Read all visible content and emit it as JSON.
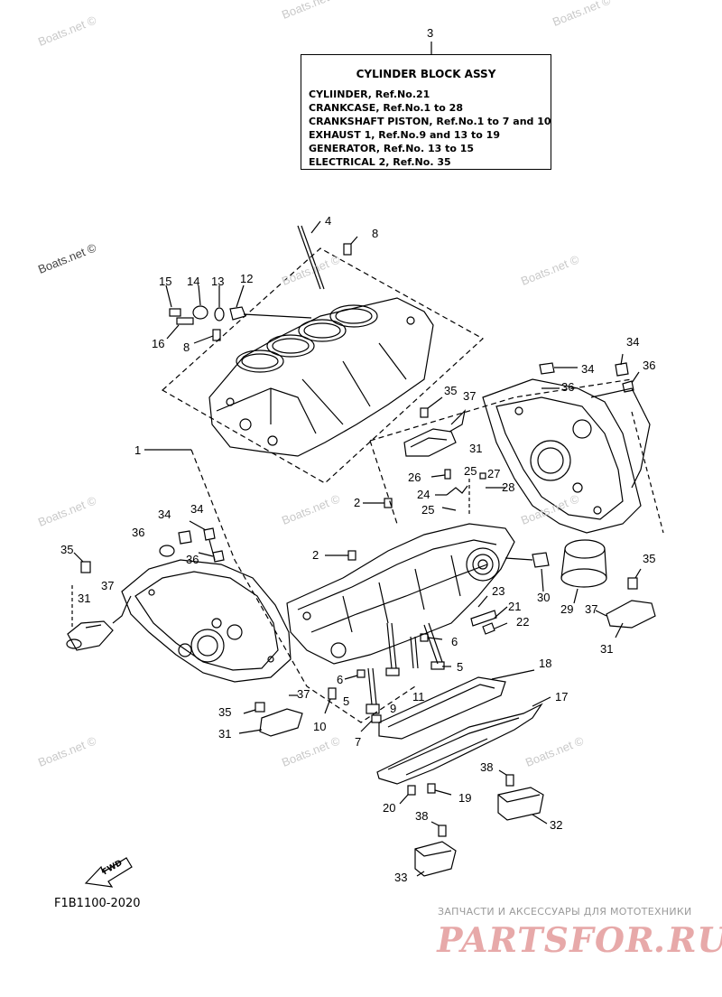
{
  "assembly_box": {
    "callout": "3",
    "title": "CYLINDER BLOCK ASSY",
    "lines": [
      "CYLIINDER, Ref.No.21",
      "CRANKCASE, Ref.No.1 to 28",
      "CRANKSHAFT PISTON, Ref.No.1 to 7 and 10",
      "EXHAUST 1, Ref.No.9 and 13 to 19",
      "GENERATOR, Ref.No. 13 to 15",
      "ELECTRICAL 2, Ref.No. 35"
    ]
  },
  "callouts": {
    "c4": "4",
    "c8a": "8",
    "c15": "15",
    "c14": "14",
    "c13": "13",
    "c12": "12",
    "c16": "16",
    "c8b": "8",
    "c34a": "34",
    "c34b": "34",
    "c36a": "36",
    "c36b": "36",
    "c35a": "35",
    "c37a": "37",
    "c31a": "31",
    "c1": "1",
    "c26": "26",
    "c25a": "25",
    "c27": "27",
    "c24": "24",
    "c28": "28",
    "c25b": "25",
    "c2a": "2",
    "c34c": "34",
    "c36c": "36",
    "c34d": "34",
    "c35b": "35",
    "c2b": "2",
    "c36d": "36",
    "c37b": "37",
    "c31b": "31",
    "c30": "30",
    "c29": "29",
    "c35c": "35",
    "c37c": "37",
    "c31c": "31",
    "c23": "23",
    "c21": "21",
    "c22": "22",
    "c6a": "6",
    "c6b": "6",
    "c5a": "5",
    "c5b": "5",
    "c11": "11",
    "c9": "9",
    "c10": "10",
    "c7": "7",
    "c37d": "37",
    "c35d": "35",
    "c31d": "31",
    "c18": "18",
    "c17": "17",
    "c38a": "38",
    "c20": "20",
    "c19": "19",
    "c32": "32",
    "c38b": "38",
    "c33": "33"
  },
  "watermark": "Boats.net ©",
  "fwd_label": "FWD",
  "diagram_code": "F1B1100-2020",
  "promo": {
    "line": "ЗАПЧАСТИ И АКСЕССУАРЫ ДЛЯ МОТОТЕХНИКИ",
    "brand": "PARTSFOR.RU"
  }
}
